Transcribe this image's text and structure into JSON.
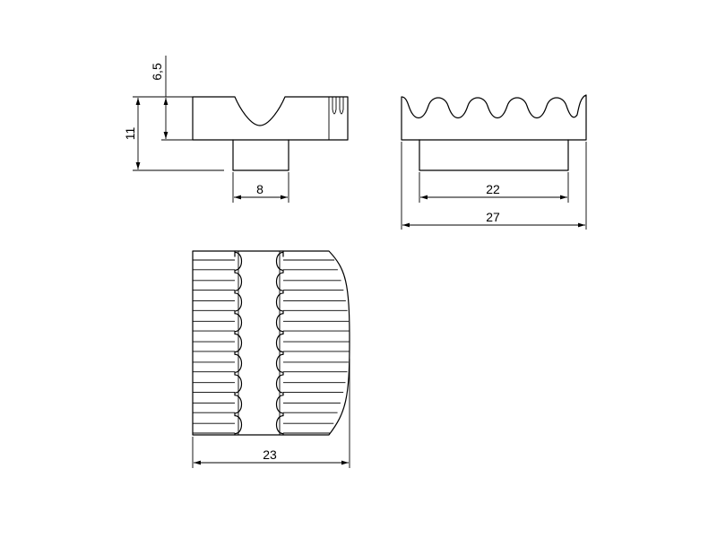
{
  "dimensions": {
    "height_11": "11",
    "height_6_5": "6,5",
    "width_8": "8",
    "width_22": "22",
    "width_27": "27",
    "width_23": "23"
  },
  "colors": {
    "line": "#000000",
    "background": "#ffffff"
  }
}
